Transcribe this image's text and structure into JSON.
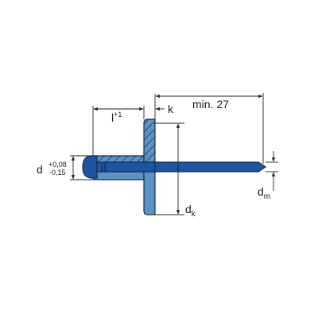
{
  "colors": {
    "rivet_body": "#5a93c6",
    "mandrel": "#1c56a3",
    "outline": "#1b2b46",
    "dimension_line": "#222222",
    "background": "#ffffff"
  },
  "labels": {
    "length": {
      "base": "l",
      "sup": "+1"
    },
    "flange_thickness": "k",
    "mandrel_length": "min. 27",
    "diameter": {
      "base": "d",
      "tol_upper": "+0,08",
      "tol_lower": "-0,15"
    },
    "head_diameter": {
      "base": "d",
      "sub": "k"
    },
    "mandrel_diameter": {
      "base": "d",
      "sub": "m"
    }
  }
}
